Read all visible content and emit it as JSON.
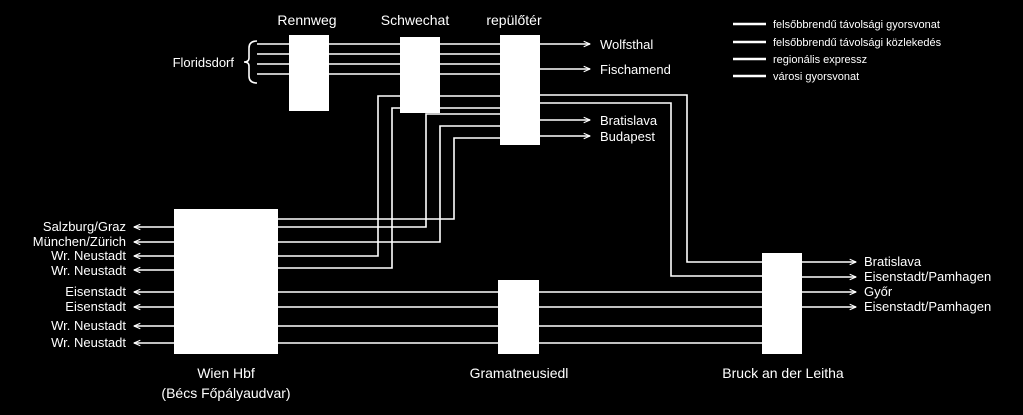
{
  "colors": {
    "background": "#000000",
    "foreground": "#ffffff"
  },
  "stations": {
    "rennweg": "Rennweg",
    "schwechat": "Schwechat",
    "repuloter": "repülőtér",
    "floridsdorf": "Floridsdorf",
    "wien_hbf_line1": "Wien Hbf",
    "wien_hbf_line2": "(Bécs Főpályaudvar)",
    "gramatneusiedl": "Gramatneusiedl",
    "bruck": "Bruck an der Leitha"
  },
  "destinations": {
    "airport_right": [
      "Wolfsthal",
      "Fischamend",
      "Bratislava",
      "Budapest"
    ],
    "hbf_left": [
      "Salzburg/Graz",
      "München/Zürich",
      "Wr. Neustadt",
      "Wr. Neustadt",
      "Eisenstadt",
      "Eisenstadt",
      "Wr. Neustadt",
      "Wr. Neustadt"
    ],
    "bruck_right": [
      "Bratislava",
      "Eisenstadt/Pamhagen",
      "Győr",
      "Eisenstadt/Pamhagen"
    ]
  },
  "legend": [
    "felsőbbrendű távolsági gyorsvonat",
    "felsőbbrendű távolsági közlekedés",
    "regionális expressz",
    "városi gyorsvonat"
  ]
}
